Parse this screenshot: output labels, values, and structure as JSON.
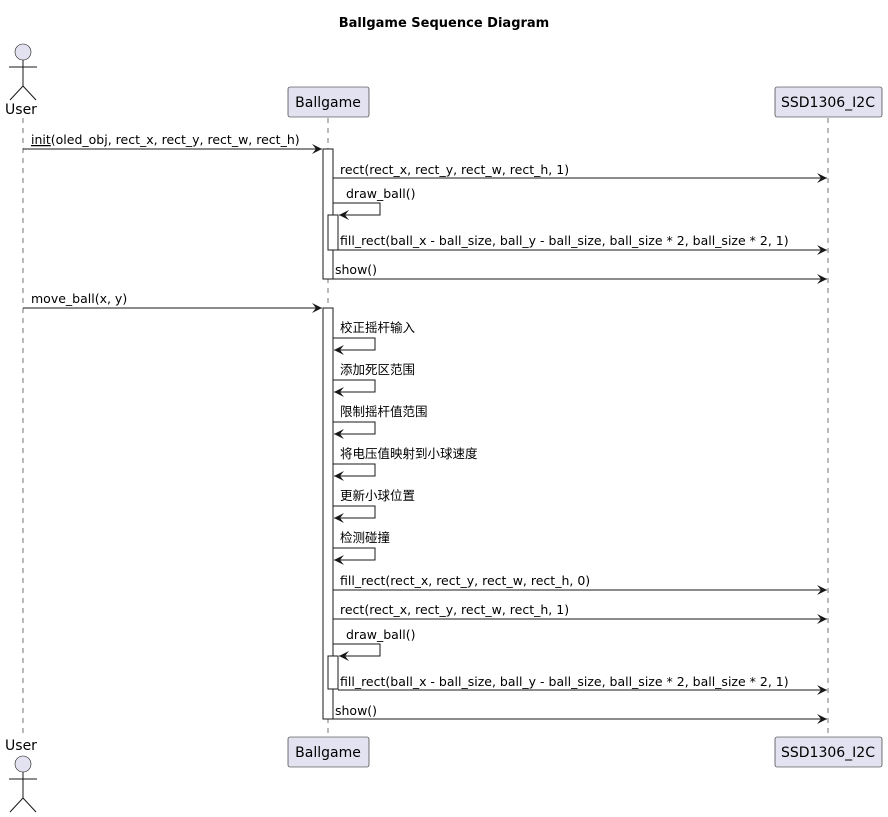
{
  "diagram": {
    "title": "Ballgame Sequence Diagram",
    "participants": {
      "user": "User",
      "ballgame": "Ballgame",
      "ssd": "SSD1306_I2C"
    },
    "messages": {
      "m1_init": "init",
      "m1_args": "(oled_obj, rect_x, rect_y, rect_w, rect_h)",
      "m2": "rect(rect_x, rect_y, rect_w, rect_h, 1)",
      "m3": "draw_ball()",
      "m4": "fill_rect(ball_x - ball_size, ball_y - ball_size, ball_size * 2, ball_size * 2, 1)",
      "m5": "show()",
      "m6": "move_ball(x, y)",
      "m7": "校正摇杆输入",
      "m8": "添加死区范围",
      "m9": "限制摇杆值范围",
      "m10": "将电压值映射到小球速度",
      "m11": "更新小球位置",
      "m12": "检测碰撞",
      "m13": "fill_rect(rect_x, rect_y, rect_w, rect_h, 0)",
      "m14": "rect(rect_x, rect_y, rect_w, rect_h, 1)",
      "m15": "draw_ball()",
      "m16": "fill_rect(ball_x - ball_size, ball_y - ball_size, ball_size * 2, ball_size * 2, 1)",
      "m17": "show()"
    }
  }
}
